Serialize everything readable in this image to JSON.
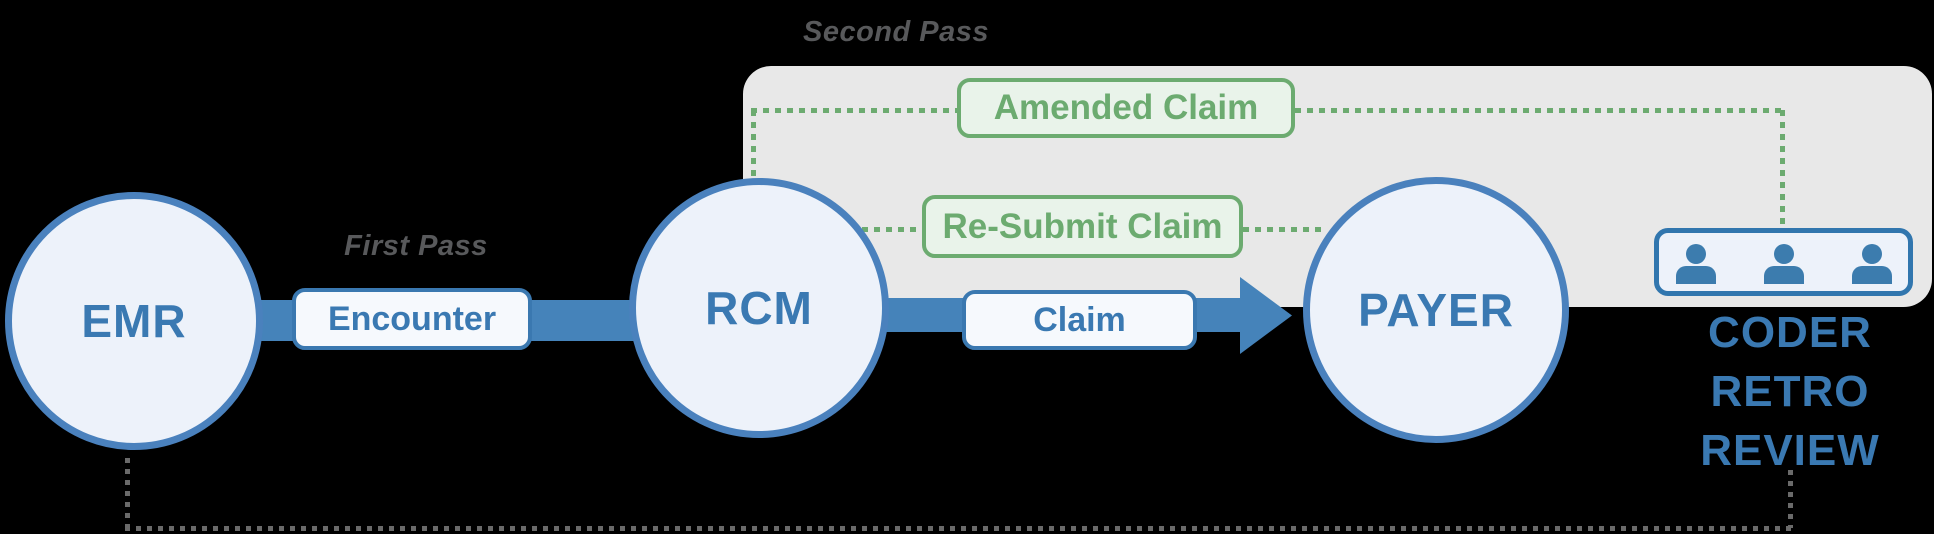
{
  "labels": {
    "first_pass": "First Pass",
    "second_pass": "Second Pass"
  },
  "nodes": {
    "emr": "EMR",
    "rcm": "RCM",
    "payer": "PAYER"
  },
  "flows": {
    "encounter": "Encounter",
    "claim": "Claim",
    "amended_claim": "Amended Claim",
    "resubmit_claim": "Re-Submit Claim"
  },
  "coder": {
    "line1": "CODER",
    "line2": "RETRO",
    "line3": "REVIEW"
  },
  "icons": {
    "coder_team": [
      "person-icon",
      "person-icon",
      "person-icon"
    ]
  },
  "colors": {
    "node-border": "#4a81bd",
    "node-fill": "#edf2fa",
    "node-text": "#3a79b2",
    "shaft-blue": "#4583ba",
    "box-border": "#3a78b0",
    "box-fill": "#f6f9fd",
    "green": "#6cab70",
    "green-fill": "#e9f3ea",
    "panel-gray": "#e8e8e8",
    "pass-text": "#58595b",
    "dot-gray": "#6a6a6a",
    "coder-border": "#3176ae",
    "person-blue": "#3c7cae",
    "background": "#000000"
  }
}
